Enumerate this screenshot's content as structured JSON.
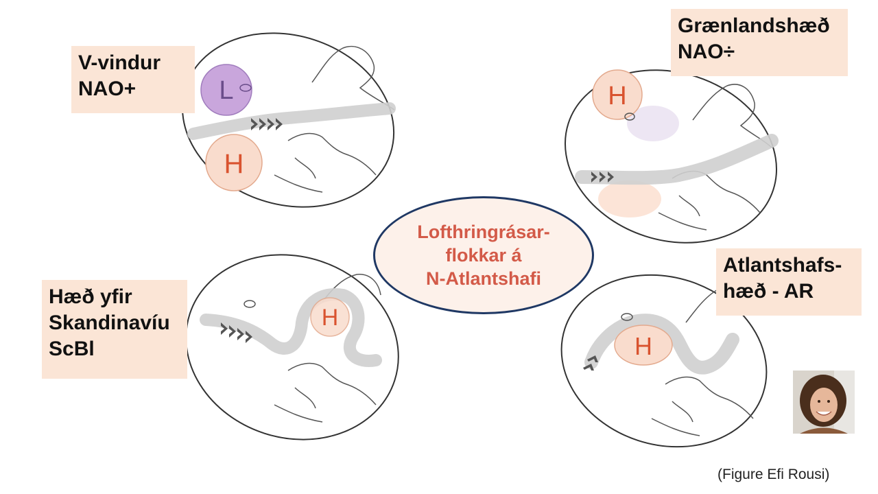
{
  "panels": {
    "nao_plus": {
      "line1": "V-vindur",
      "line2": "NAO+",
      "pressure_low": "L",
      "pressure_high": "H"
    },
    "nao_minus": {
      "line1": "Grænlandshæð",
      "line2": "NAO÷",
      "pressure_high": "H"
    },
    "scbl": {
      "line1": "Hæð yfir",
      "line2": "Skandinavíu",
      "line3": "ScBl",
      "pressure_high": "H"
    },
    "ar": {
      "line1": "Atlantshafs-",
      "line2": "hæð  - AR",
      "pressure_high": "H"
    }
  },
  "center": {
    "line1": "Lofthringrásar-",
    "line2": "flokkar á",
    "line3": "N-Atlantshafi"
  },
  "credit": "(Figure Efi Rousi)",
  "colors": {
    "label_bg": "#fbe5d6",
    "center_text": "#d35a48",
    "center_border": "#1f3864",
    "low_fill": "#c9a6dc",
    "high_fill": "#f9dccd",
    "high_letter": "#d9532f",
    "jet": "#cfcfcf"
  },
  "photo_icon": "person-photo-icon"
}
